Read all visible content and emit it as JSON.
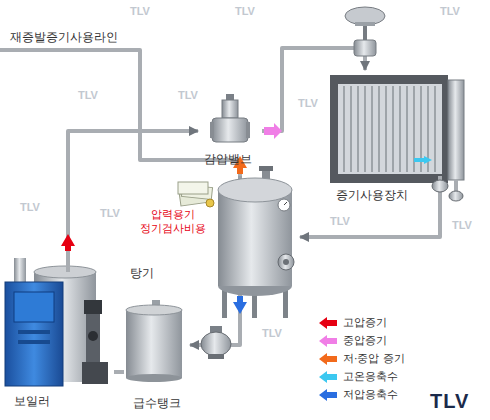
{
  "diagram": {
    "nodes": [
      {
        "text": [
          "감압밸브"
        ]
      },
      {
        "text": [
          "증기사용장치"
        ]
      },
      {
        "text": [
          "탕기"
        ]
      },
      {
        "text": [
          "보일러"
        ]
      },
      {
        "text": [
          "급수탱크"
        ]
      }
    ],
    "edges": [
      {
        "from": 3,
        "to": 0,
        "arrow": "to"
      },
      {
        "from": 0,
        "to": 1,
        "arrow": "to"
      },
      {
        "from": 1,
        "to": 2,
        "arrow": "to"
      },
      {
        "from": 2,
        "to": 4,
        "arrow": "to"
      },
      {
        "from": 4,
        "to": 3,
        "arrow": "none"
      }
    ],
    "labels": [
      "재증발증기사용라인",
      "압력용기 정기검사비용",
      "TLV",
      "TLV",
      "TLV",
      "TLV",
      "TLV",
      "TLV",
      "TLV",
      "TLV",
      "TLV",
      "TLV",
      "TLV",
      "TLV"
    ],
    "legend": [
      {
        "text": "고압증기",
        "color": "#e60012"
      },
      {
        "text": "중압증기",
        "color": "#f07ee6"
      },
      {
        "text": "저·중압 증기",
        "color": "#f26a1b"
      },
      {
        "text": "고온응축수",
        "color": "#3cc8f0"
      },
      {
        "text": "저압응축수",
        "color": "#2a6ee0"
      }
    ]
  }
}
